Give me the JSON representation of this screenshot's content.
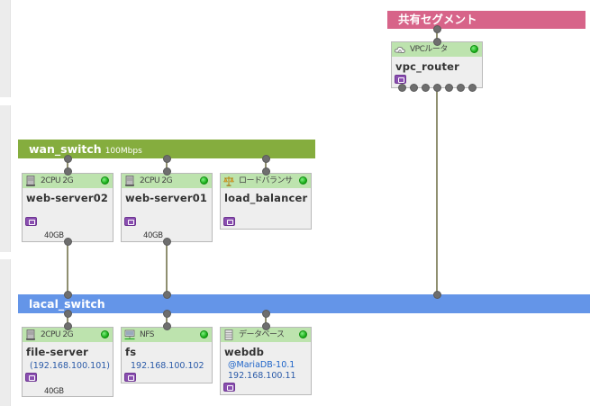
{
  "colors": {
    "shared_segment": "#d76489",
    "wan_switch": "#85ad3e",
    "local_switch": "#6495e8",
    "card_header": "#bde3ae",
    "status_ok": "#22bb22",
    "info_badge": "#8a4fb0"
  },
  "segments": {
    "shared": {
      "label": "共有セグメント"
    },
    "wan": {
      "label": "wan_switch",
      "speed": "100Mbps"
    },
    "local": {
      "label": "lacal_switch"
    }
  },
  "nodes": {
    "vpc_router": {
      "type_label": "VPCルータ",
      "icon": "cloud-router-icon",
      "name": "vpc_router",
      "status": "running"
    },
    "web_server02": {
      "type_label": "2CPU 2G",
      "icon": "server-icon",
      "name": "web-server02",
      "disk": "40GB",
      "status": "running"
    },
    "web_server01": {
      "type_label": "2CPU 2G",
      "icon": "server-icon",
      "name": "web-server01",
      "disk": "40GB",
      "status": "running"
    },
    "load_balancer": {
      "type_label": "ロードバランサ",
      "icon": "scale-icon",
      "name": "load_balancer",
      "status": "running"
    },
    "file_server": {
      "type_label": "2CPU 2G",
      "icon": "server-icon",
      "name": "file-server",
      "ip": "(192.168.100.101)",
      "disk": "40GB",
      "status": "running"
    },
    "fs": {
      "type_label": "NFS",
      "icon": "nfs-icon",
      "name": "fs",
      "ip": "192.168.100.102",
      "status": "running"
    },
    "webdb": {
      "type_label": "データベース",
      "icon": "database-icon",
      "name": "webdb",
      "db_version": "@MariaDB-10.1",
      "ip": "192.168.100.11",
      "status": "running"
    }
  }
}
